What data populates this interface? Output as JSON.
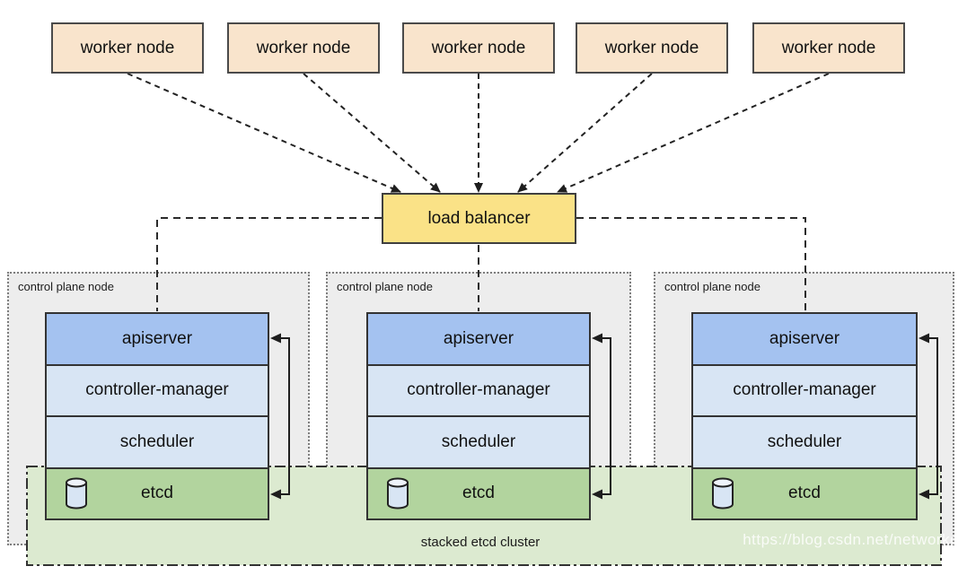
{
  "workers": [
    {
      "label": "worker node"
    },
    {
      "label": "worker node"
    },
    {
      "label": "worker node"
    },
    {
      "label": "worker node"
    },
    {
      "label": "worker node"
    }
  ],
  "load_balancer": {
    "label": "load balancer"
  },
  "control_planes": [
    {
      "label": "control plane node",
      "components": {
        "apiserver": "apiserver",
        "controller_manager": "controller-manager",
        "scheduler": "scheduler",
        "etcd": "etcd"
      }
    },
    {
      "label": "control plane node",
      "components": {
        "apiserver": "apiserver",
        "controller_manager": "controller-manager",
        "scheduler": "scheduler",
        "etcd": "etcd"
      }
    },
    {
      "label": "control plane node",
      "components": {
        "apiserver": "apiserver",
        "controller_manager": "controller-manager",
        "scheduler": "scheduler",
        "etcd": "etcd"
      }
    }
  ],
  "etcd_cluster": {
    "label": "stacked etcd cluster"
  },
  "watermark": {
    "text": "https://blog.csdn.net/networken"
  },
  "icons": {
    "etcd_icon": "database-cylinder-icon"
  },
  "colors": {
    "worker_fill": "#F9E4CC",
    "load_balancer_fill": "#FAE287",
    "apiserver_fill": "#A4C2F0",
    "component_fill": "#D8E5F4",
    "etcd_fill": "#B2D49E",
    "etcd_cluster_fill": "#DCEAD0",
    "control_plane_fill": "#EDEDED",
    "box_border": "#3A3A3A",
    "connector": "#2B2B2B"
  }
}
